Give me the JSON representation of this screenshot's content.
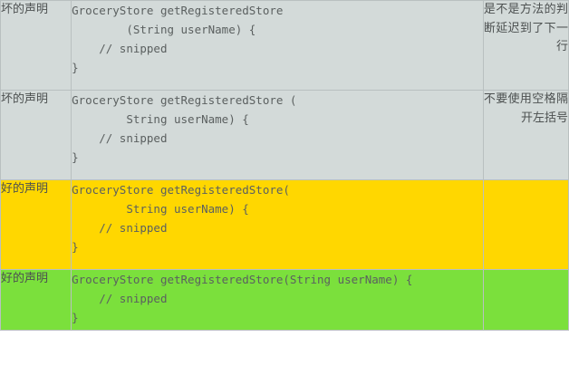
{
  "table": {
    "columns": [
      "label",
      "code",
      "note"
    ],
    "rows": [
      {
        "label": "坏的声明",
        "code": "GroceryStore getRegisteredStore\n        (String userName) {\n    // snipped\n}",
        "note": "是不是方法的判断延迟到了下一行",
        "style": "bg-gray",
        "quality": "bad"
      },
      {
        "label": "坏的声明",
        "code": "GroceryStore getRegisteredStore (\n        String userName) {\n    // snipped\n}",
        "note": "不要使用空格隔开左括号",
        "style": "bg-gray",
        "quality": "bad"
      },
      {
        "label": "好的声明",
        "code": "GroceryStore getRegisteredStore(\n        String userName) {\n    // snipped\n}",
        "note": "",
        "style": "bg-yellow",
        "quality": "good"
      },
      {
        "label": "好的声明",
        "code": "GroceryStore getRegisteredStore(String userName) {\n    // snipped\n}",
        "note": "",
        "style": "bg-green",
        "quality": "good"
      }
    ]
  },
  "colors": {
    "row_bad": "#d3dad9",
    "row_good_yellow": "#ffd700",
    "row_good_green": "#7be03c",
    "border": "#b9c0c0",
    "code_text": "#5b6060",
    "label_text": "#4d5151"
  }
}
